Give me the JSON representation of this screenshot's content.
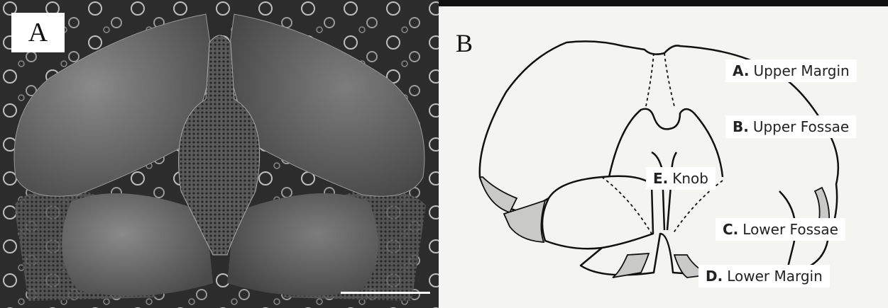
{
  "panel_a": {
    "letter": "A"
  },
  "panel_b": {
    "letter": "B",
    "labels": [
      {
        "key": "A.",
        "text": "Upper Margin"
      },
      {
        "key": "B.",
        "text": "Upper Fossae"
      },
      {
        "key": "E.",
        "text": "Knob"
      },
      {
        "key": "C.",
        "text": "Lower Fossae"
      },
      {
        "key": "D.",
        "text": "Lower Margin"
      }
    ]
  },
  "colors": {
    "photo_background": "#1a1a1a",
    "drawing_background": "#f4f4f2",
    "shaded_margin": "#c9c9c7"
  }
}
